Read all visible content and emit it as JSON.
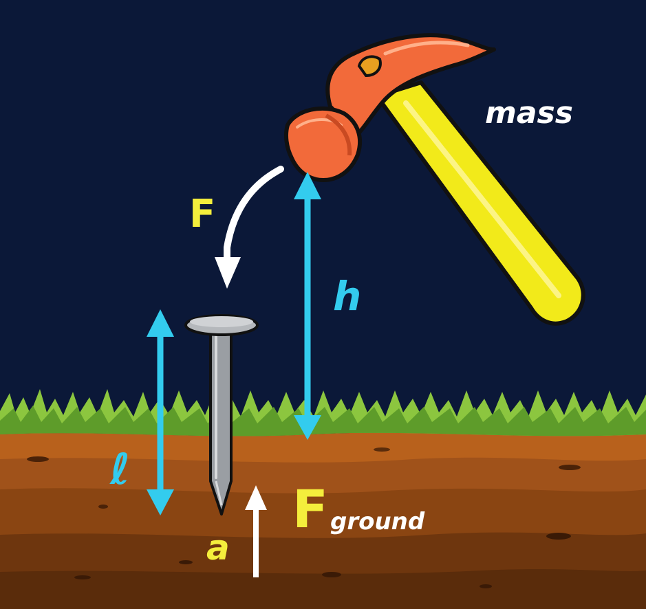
{
  "labels": {
    "mass": "mass",
    "force": "F",
    "height": "h",
    "length": "ℓ",
    "acceleration": "a",
    "ground_force_symbol": "F",
    "ground_force_subscript": "ground"
  },
  "colors": {
    "sky": "#0b1838",
    "grass": "#8cc63f",
    "soil_top": "#b8611c",
    "soil_mid": "#8a4512",
    "soil_deep": "#5a2c0b",
    "hammer_head": "#f26a3a",
    "hammer_handle": "#f2ea1a",
    "nail": "#9a9ea3",
    "dimension_arrows": "#33ccee",
    "force_label": "#f4ee3c",
    "white_arrows": "#ffffff"
  },
  "icons": [
    "hammer-icon",
    "nail-icon",
    "grass-icon",
    "soil-icon"
  ]
}
